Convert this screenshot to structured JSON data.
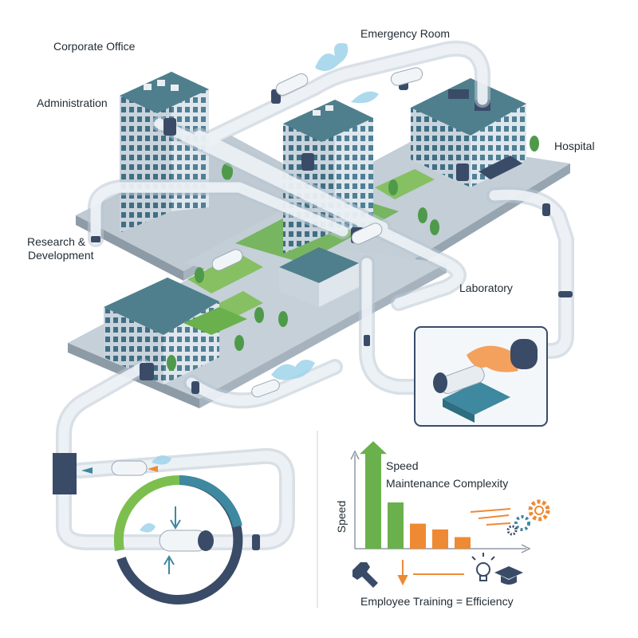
{
  "labels": {
    "corporate_office": "Corporate Office",
    "emergency_room": "Emergency Room",
    "administration": "Administration",
    "hospital": "Hospital",
    "research_line1": "Research &",
    "research_line2": "Development",
    "laboratory": "Laboratory"
  },
  "chart_data": {
    "type": "bar",
    "legend": [
      "Speed",
      "Maintenance Complexity"
    ],
    "ylabel": "Speed",
    "caption": "Employee Training = Efficiency",
    "series": [
      {
        "name": "Speed",
        "values": [
          5.0,
          2.4
        ],
        "color": "#6ab04c"
      },
      {
        "name": "Maintenance Complexity",
        "values": [
          1.3,
          1.0,
          0.6
        ],
        "color": "#ee8a34"
      }
    ],
    "ylim": [
      0,
      5.3
    ],
    "arrow_on_first_bar": true
  },
  "colors": {
    "pipe": "#dfe7ee",
    "pipe_edge": "#b9c7d3",
    "building_front": "#e9eef2",
    "building_side": "#cfd8e0",
    "roof": "#4f7f8c",
    "window": "#4e8096",
    "green": "#6ab04c",
    "orange": "#ee8a34",
    "navy": "#3a4b68",
    "teal": "#3e88a0"
  },
  "icons": [
    "wrench-icon",
    "lightbulb-icon",
    "graduation-cap-icon",
    "gear-icon",
    "hand-icon",
    "water-splash-icon"
  ]
}
